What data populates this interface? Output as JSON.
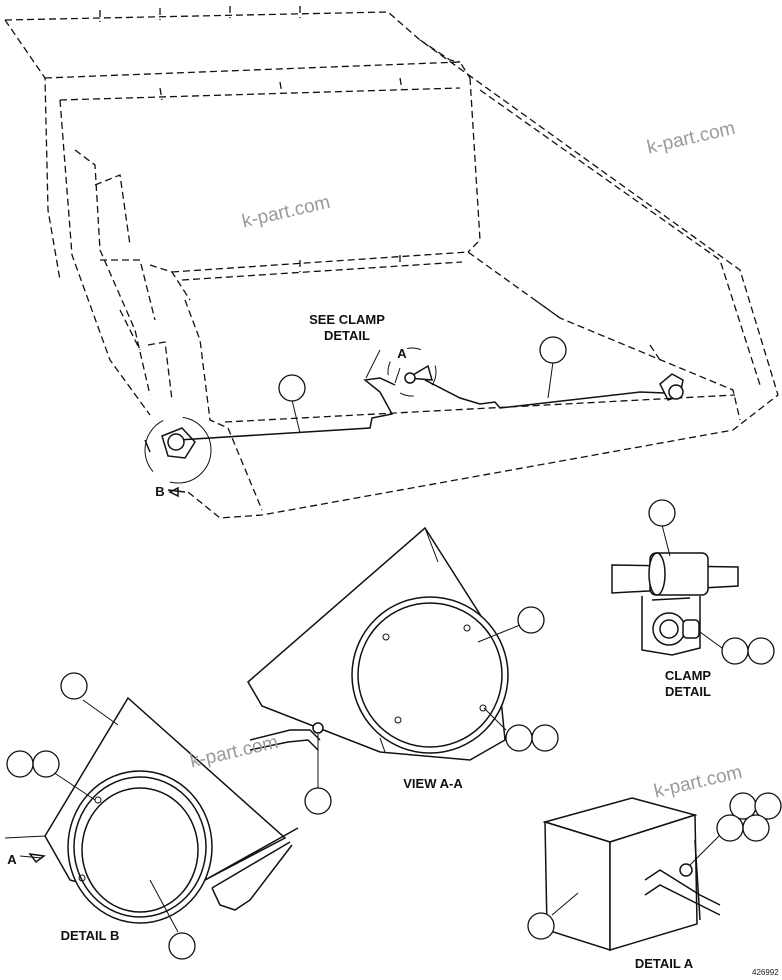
{
  "watermark": "k-part.com",
  "labels": {
    "see_clamp_detail": "SEE CLAMP\nDETAIL",
    "clamp_detail": "CLAMP\nDETAIL",
    "view_aa": "VIEW A-A",
    "detail_b": "DETAIL B",
    "detail_a": "DETAIL A",
    "arrow_a": "A",
    "arrow_b": "B",
    "arrow_a_detail_b": "A",
    "drawing_number": "426992"
  },
  "colors": {
    "line": "#111111",
    "watermark": "#9a9a9a",
    "background": "#ffffff"
  }
}
